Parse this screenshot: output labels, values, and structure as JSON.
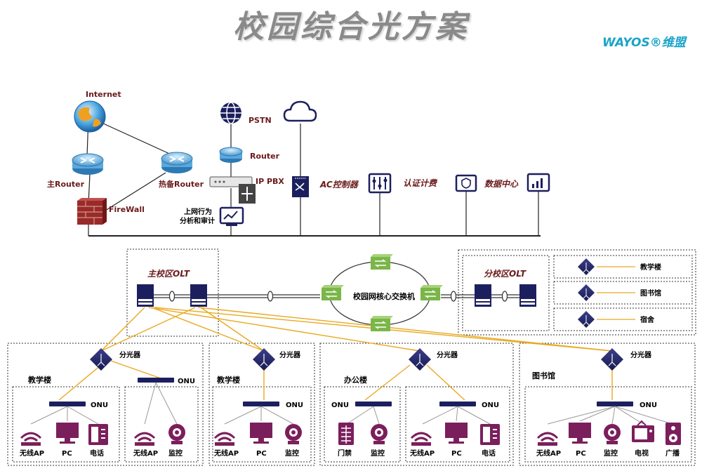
{
  "title": "校园综合光方案",
  "logo": "WAYOS®维盟",
  "top": {
    "internet": "Internet",
    "main_router": "主Router",
    "backup_router": "热备Router",
    "firewall": "FireWall",
    "pstn": "PSTN",
    "router": "Router",
    "ippbx": "IP PBX",
    "audit_line1": "上网行为",
    "audit_line2": "分析和审计",
    "ac": "AC控制器",
    "auth": "认证计费",
    "datacenter": "数据中心"
  },
  "core": {
    "main_olt": "主校区OLT",
    "core_switch": "校园网核心交换机",
    "branch_olt": "分校区OLT",
    "branch_items": [
      "教学楼",
      "图书馆",
      "宿舍"
    ]
  },
  "buildings": {
    "splitter": "分光器",
    "onu": "ONU",
    "b1_name": "教学楼",
    "b2_name": "教学楼",
    "b3_name": "办公楼",
    "b4_name": "图书馆",
    "b1_devices": [
      "无线AP",
      "PC",
      "电话"
    ],
    "b1b_devices": [
      "无线AP",
      "监控"
    ],
    "b2_devices": [
      "无线AP",
      "PC",
      "监控"
    ],
    "b3_devices": [
      "门禁",
      "监控"
    ],
    "b3b_devices": [
      "无线AP",
      "PC",
      "电话"
    ],
    "b4_devices": [
      "无线AP",
      "PC",
      "监控",
      "电视",
      "广播"
    ]
  },
  "colors": {
    "fiber": "#e8a920",
    "navy": "#1c1f5e",
    "purple": "#7b1f5c",
    "green": "#7ab648",
    "dark_red": "#6b1a1a"
  }
}
